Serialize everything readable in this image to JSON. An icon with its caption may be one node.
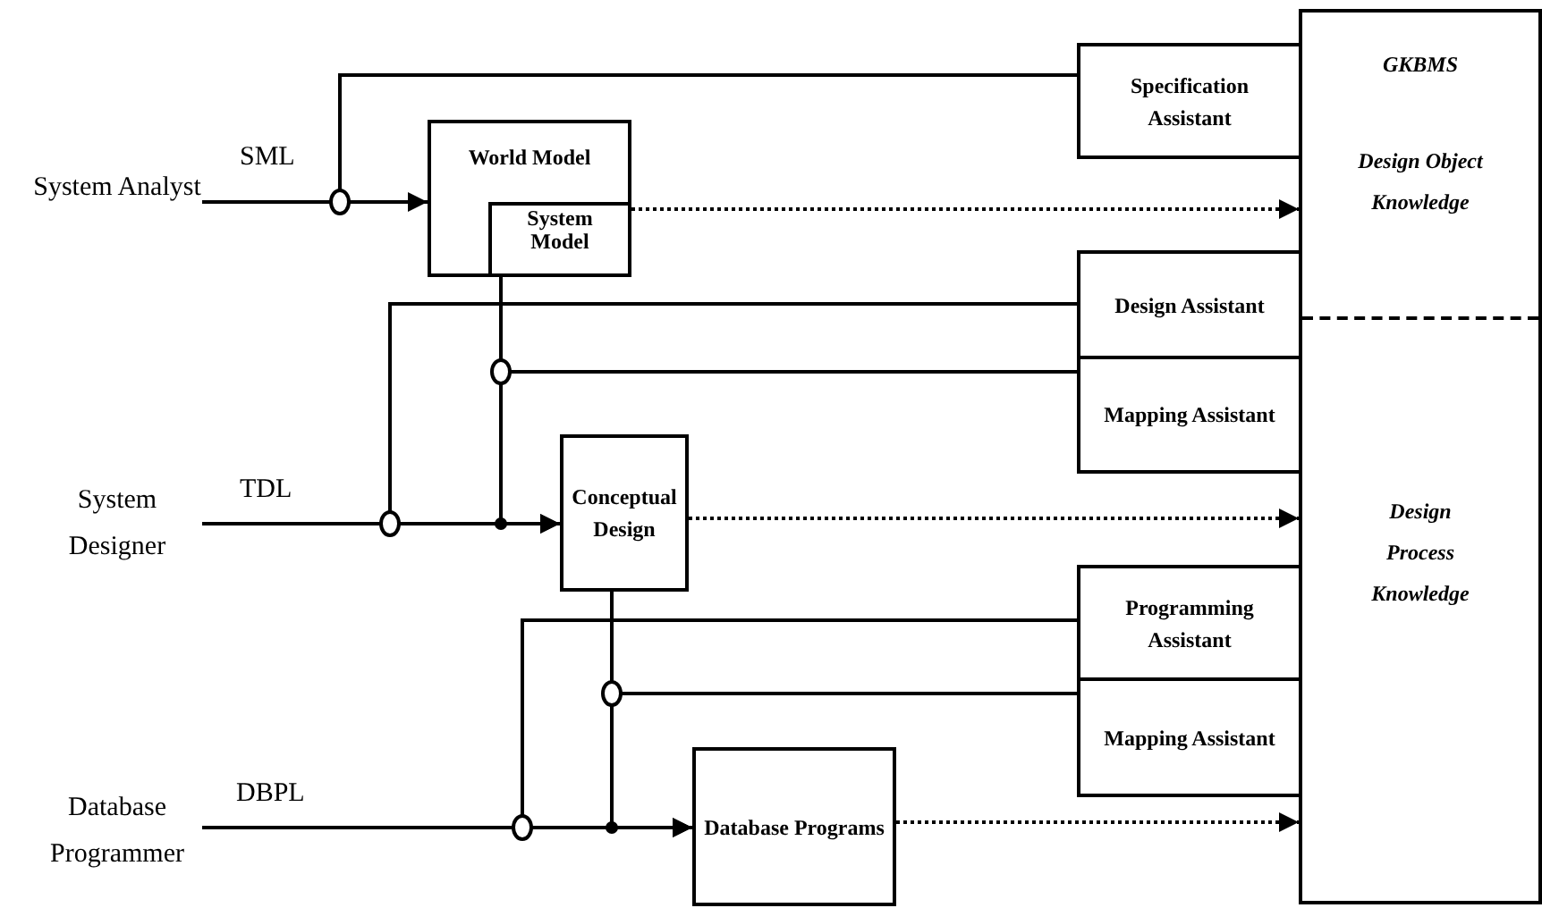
{
  "diagram": {
    "nodes": [
      {
        "text": [
          "System Analyst"
        ]
      },
      {
        "text": [
          "World Model"
        ]
      },
      {
        "text": [
          "System Model"
        ],
        "in": 1
      },
      {
        "text": [
          "Specification Assistant"
        ]
      },
      {
        "text": [
          "GKBMS",
          "Design Object Knowledge",
          "Design Process Knowledge"
        ]
      },
      {
        "text": [
          "Design Assistant"
        ]
      },
      {
        "text": [
          "Mapping Assistant"
        ]
      },
      {
        "text": [
          "System Designer"
        ]
      },
      {
        "text": [
          "Conceptual Design"
        ]
      },
      {
        "text": [
          "Programming Assistant"
        ]
      },
      {
        "text": [
          "Mapping Assistant"
        ]
      },
      {
        "text": [
          "Database Programmer"
        ]
      },
      {
        "text": [
          "Database Programs"
        ]
      }
    ],
    "edges": [
      {
        "from": 0,
        "to": 1,
        "arrow": "to",
        "label": "SML"
      },
      {
        "from": 0,
        "to": 3,
        "arrow": "none"
      },
      {
        "from": 2,
        "to": 4,
        "arrow": "to",
        "style": "dashed"
      },
      {
        "from": 2,
        "to": 8,
        "arrow": "to"
      },
      {
        "from": 2,
        "to": 6,
        "arrow": "none"
      },
      {
        "from": 7,
        "to": 8,
        "arrow": "to",
        "label": "TDL"
      },
      {
        "from": 7,
        "to": 5,
        "arrow": "none"
      },
      {
        "from": 8,
        "to": 4,
        "arrow": "to",
        "style": "dashed"
      },
      {
        "from": 8,
        "to": 12,
        "arrow": "to"
      },
      {
        "from": 8,
        "to": 10,
        "arrow": "none"
      },
      {
        "from": 11,
        "to": 12,
        "arrow": "to",
        "label": "DBPL"
      },
      {
        "from": 11,
        "to": 9,
        "arrow": "none"
      },
      {
        "from": 12,
        "to": 4,
        "arrow": "to",
        "style": "dashed"
      }
    ]
  }
}
